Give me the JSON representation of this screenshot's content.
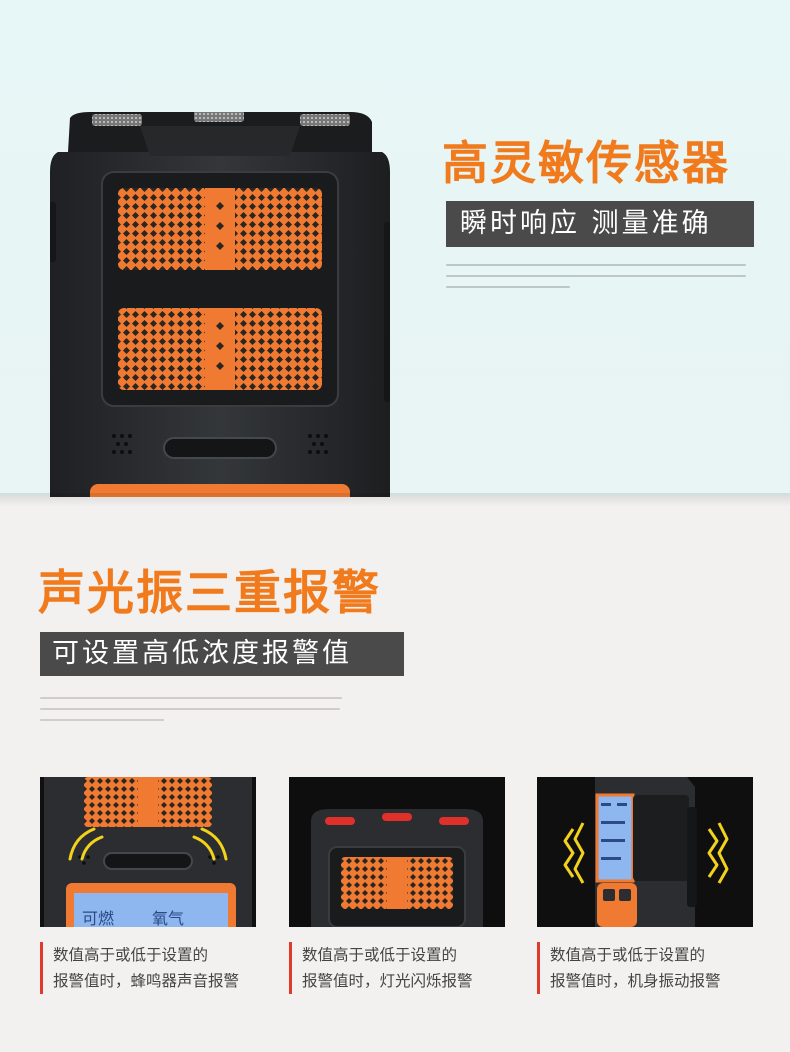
{
  "feature_top": {
    "title": "高灵敏传感器",
    "subtitle": "瞬时响应 测量准确"
  },
  "feature_alarm": {
    "title": "声光振三重报警",
    "subtitle": "可设置高低浓度报警值"
  },
  "cards": [
    {
      "lcd_labels": [
        "可燃",
        "氧气"
      ],
      "desc_line1": "数值高于或低于设置的",
      "desc_line2": "报警值时，蜂鸣器声音报警"
    },
    {
      "desc_line1": "数值高于或低于设置的",
      "desc_line2": "报警值时，灯光闪烁报警"
    },
    {
      "desc_line1": "数值高于或低于设置的",
      "desc_line2": "报警值时，机身振动报警"
    }
  ],
  "colors": {
    "accent_orange": "#f07a1c",
    "label_bg": "#4a4a4a",
    "desc_bar": "#e23a2a",
    "device_body": "#2a2c2e",
    "sensor_orange": "#f07a32",
    "alarm_red": "#e0302a",
    "vibration_yellow": "#f3d21b"
  },
  "icons": [
    "sensor-grille-icon",
    "speaker-holes-icon",
    "sound-wave-icon",
    "alarm-light-icon",
    "vibration-icon"
  ]
}
